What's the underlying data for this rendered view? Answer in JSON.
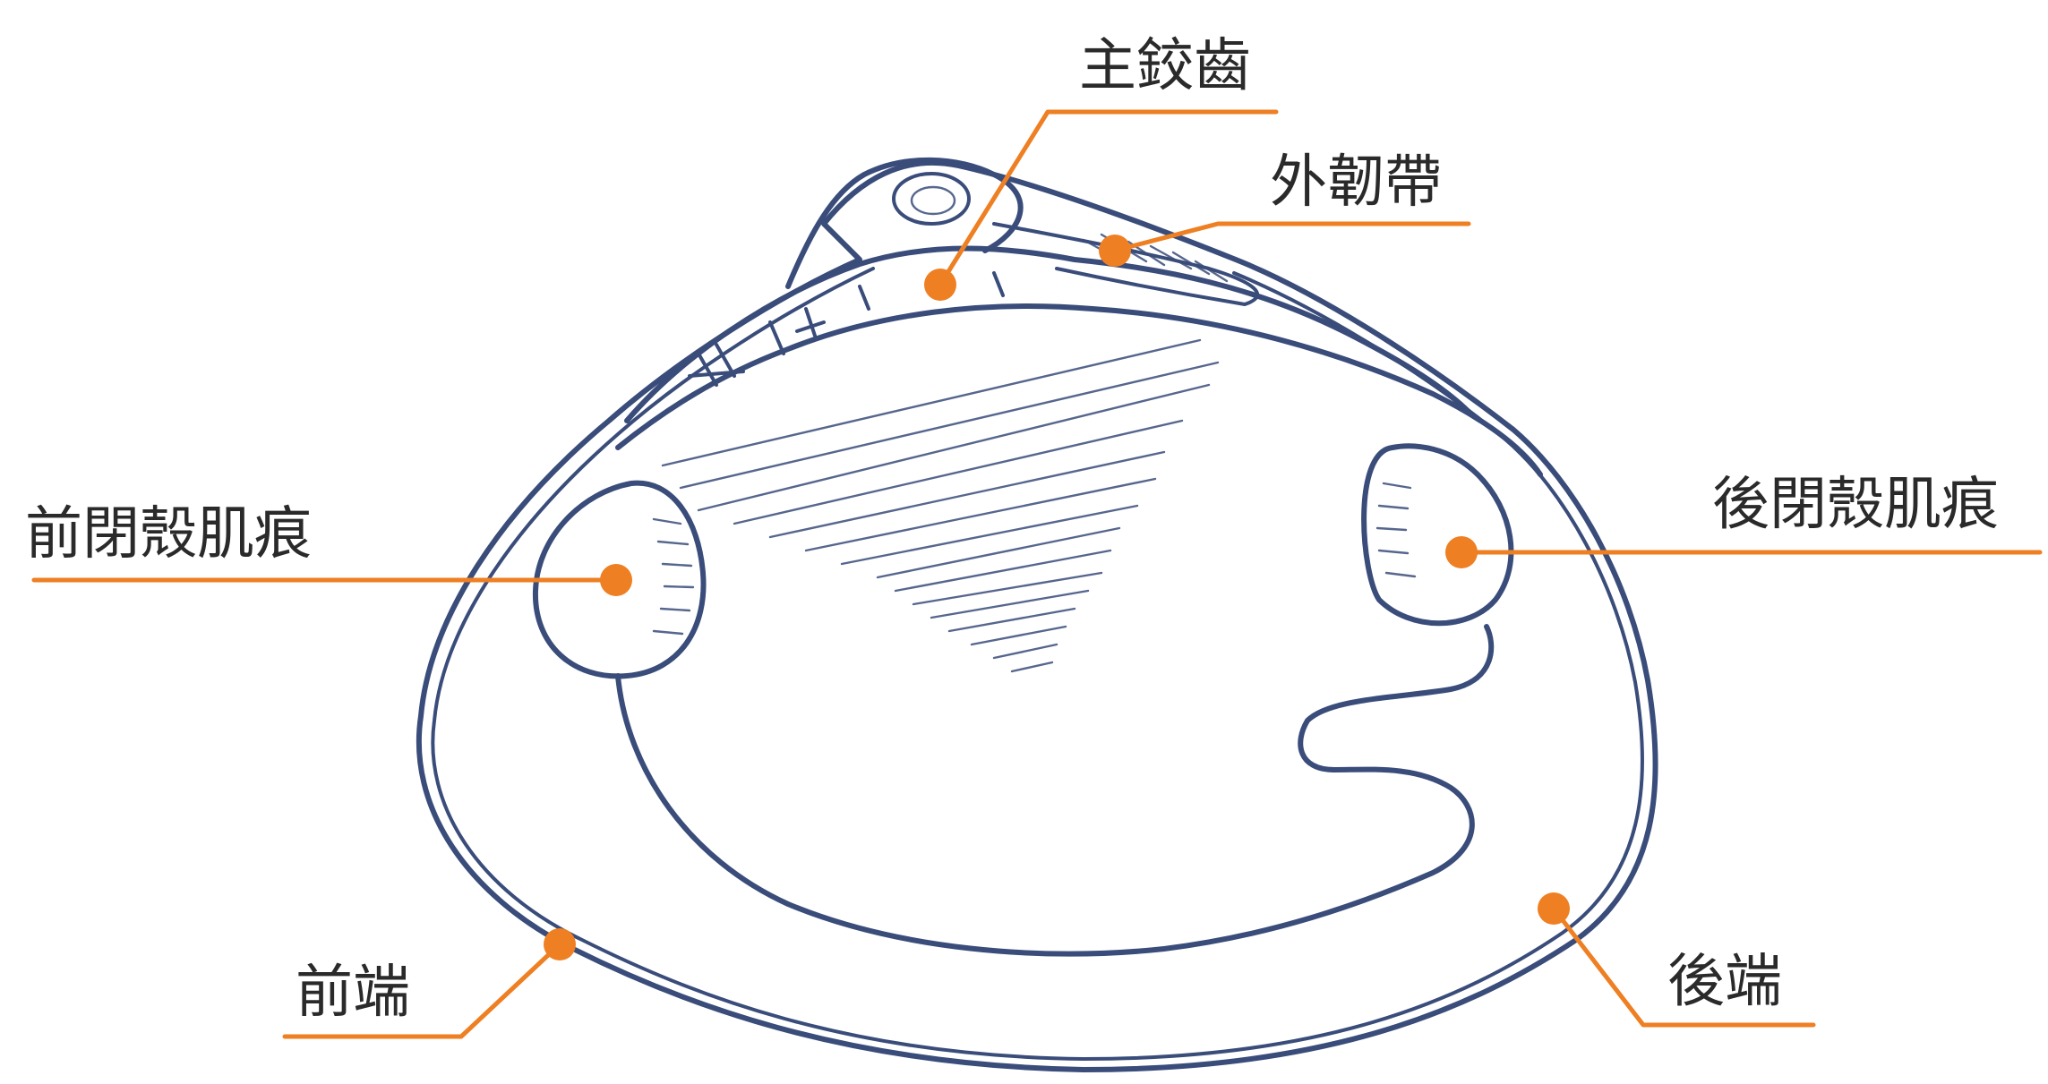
{
  "diagram": {
    "colors": {
      "outline": "#394c7a",
      "leader": "#ee7f22",
      "text": "#2a2a2a",
      "background": "#ffffff"
    },
    "labels": {
      "main_hinge_teeth": "主鉸齒",
      "external_ligament": "外韌帶",
      "anterior_adductor_scar": "前閉殼肌痕",
      "posterior_adductor_scar": "後閉殼肌痕",
      "anterior_end": "前端",
      "posterior_end": "後端"
    }
  }
}
